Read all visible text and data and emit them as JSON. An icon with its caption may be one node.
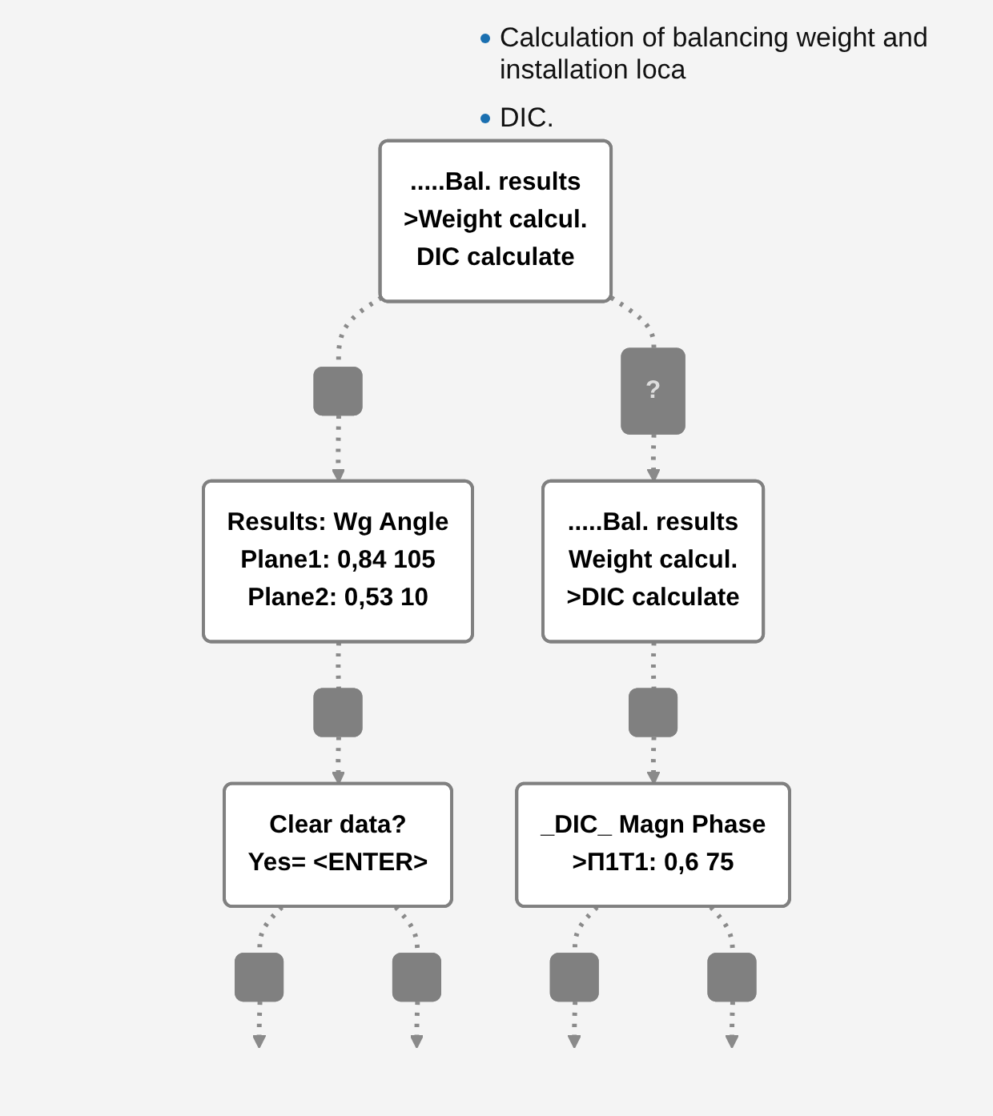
{
  "diagram": {
    "nodes": [
      {
        "text": [
          ".....Bal. results",
          ">Weight calcul.",
          "DIC calculate"
        ]
      },
      {
        "text": [],
        "shape": "box"
      },
      {
        "text": [
          "?"
        ]
      },
      {
        "text": [
          "Results: Wg Angle",
          "Plane1: 0,84 105",
          "Plane2: 0,53 10"
        ]
      },
      {
        "text": [
          ".....Bal. results",
          "Weight calcul.",
          ">DIC calculate"
        ]
      },
      {
        "text": [],
        "shape": "box"
      },
      {
        "text": [],
        "shape": "box"
      },
      {
        "text": [
          "Clear data?",
          "Yes= <ENTER>"
        ]
      },
      {
        "text": [
          "_DIC_ Magn Phase",
          ">П1Т1: 0,6 75"
        ]
      },
      {
        "text": [],
        "shape": "box"
      },
      {
        "text": [],
        "shape": "box"
      },
      {
        "text": [],
        "shape": "box"
      },
      {
        "text": [],
        "shape": "box"
      }
    ],
    "edges": [
      {
        "from": 0,
        "to": 1,
        "arrow": "none",
        "style": "dashed"
      },
      {
        "from": 0,
        "to": 2,
        "arrow": "none",
        "style": "dashed"
      },
      {
        "from": 1,
        "to": 3,
        "arrow": "to",
        "style": "dashed"
      },
      {
        "from": 2,
        "to": 4,
        "arrow": "to",
        "style": "dashed"
      },
      {
        "from": 3,
        "to": 5,
        "arrow": "none",
        "style": "dashed"
      },
      {
        "from": 4,
        "to": 6,
        "arrow": "none",
        "style": "dashed"
      },
      {
        "from": 5,
        "to": 7,
        "arrow": "to",
        "style": "dashed"
      },
      {
        "from": 6,
        "to": 8,
        "arrow": "to",
        "style": "dashed"
      },
      {
        "from": 7,
        "to": 9,
        "arrow": "none",
        "style": "dashed"
      },
      {
        "from": 7,
        "to": 10,
        "arrow": "none",
        "style": "dashed"
      },
      {
        "from": 8,
        "to": 11,
        "arrow": "none",
        "style": "dashed"
      },
      {
        "from": 8,
        "to": 12,
        "arrow": "none",
        "style": "dashed"
      },
      {
        "from": 9,
        "to": null,
        "arrow": "to",
        "style": "dashed"
      },
      {
        "from": 10,
        "to": null,
        "arrow": "to",
        "style": "dashed"
      },
      {
        "from": 11,
        "to": null,
        "arrow": "to",
        "style": "dashed"
      },
      {
        "from": 12,
        "to": null,
        "arrow": "to",
        "style": "dashed"
      }
    ],
    "labels": [
      "Calculation of balancing weight and installation loca",
      "DIC."
    ]
  }
}
